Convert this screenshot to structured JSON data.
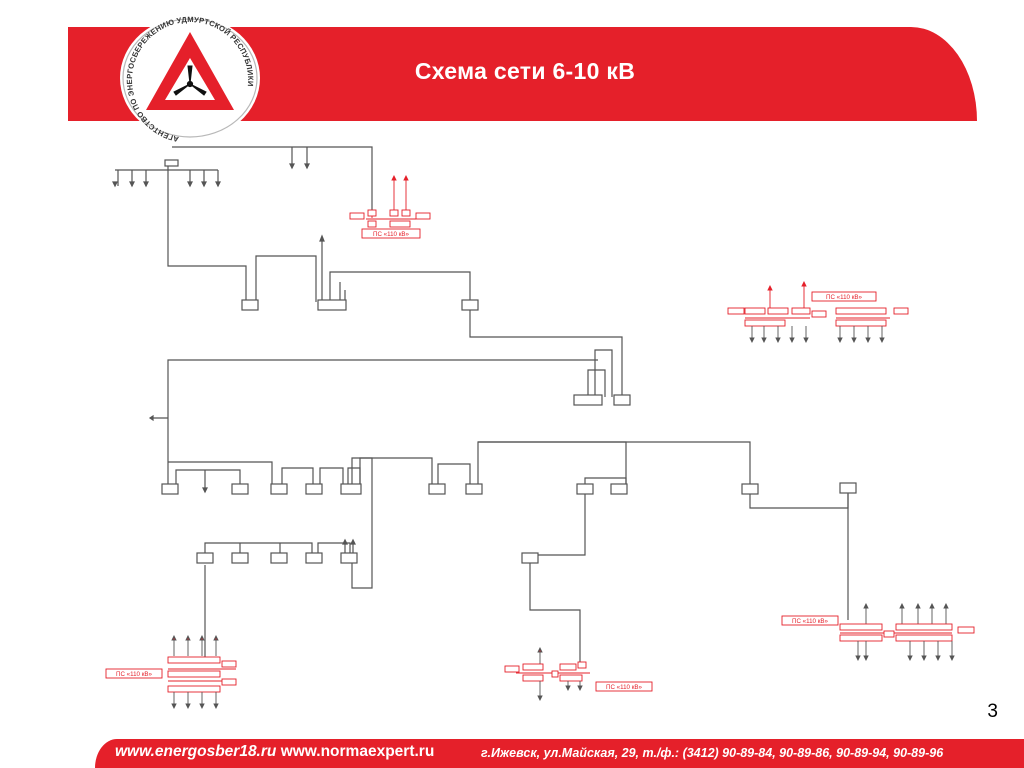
{
  "header": {
    "title": "Схема сети 6-10 кВ",
    "logo_ring_text": "АГЕНТСТВО ПО ЭНЕРГОСБЕРЕЖЕНИЮ УДМУРТСКОЙ РЕСПУБЛИКИ",
    "logo_icon": "wind-turbine-icon"
  },
  "substations": [
    {
      "label": "ПС «110 кВ»"
    },
    {
      "label": "ПС «110 кВ»"
    },
    {
      "label": "ПС «110 кВ»"
    },
    {
      "label": "ПС «110 кВ»"
    },
    {
      "label": "ПС «110 кВ»"
    }
  ],
  "page": {
    "number": "3"
  },
  "footer": {
    "site_1": "www.energosber18.ru",
    "site_2": "www.normaexpert.ru",
    "contacts": "г.Ижевск, ул.Майская, 29, т./ф.: (3412) 90-89-84, 90-89-86, 90-89-94, 90-89-96"
  },
  "colors": {
    "brand_red": "#e5202a",
    "network_line": "#555555",
    "substation_red": "#e5202a",
    "white": "#ffffff"
  }
}
